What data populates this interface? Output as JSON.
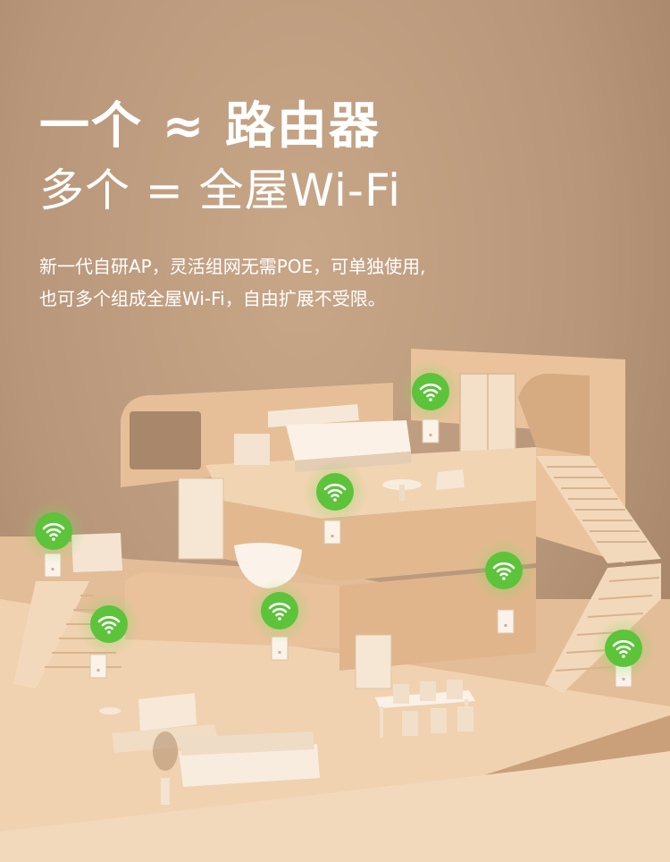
{
  "headline": {
    "line1": "一个 ≈ 路由器",
    "line2": "多个 = 全屋Wi-Fi"
  },
  "description": {
    "line1": "新一代自研AP，灵活组网无需POE，可单独使用,",
    "line2": "也可多个组成全屋Wi-Fi，自由扩展不受限。"
  },
  "colors": {
    "background": "#b8967a",
    "headline_text": "#ffffff",
    "wifi_badge": "#5cc33a",
    "model_wall": "#e8c09a",
    "model_floor": "#f0d2b0"
  },
  "icons": [
    "wifi-icon",
    "access-point-device"
  ]
}
